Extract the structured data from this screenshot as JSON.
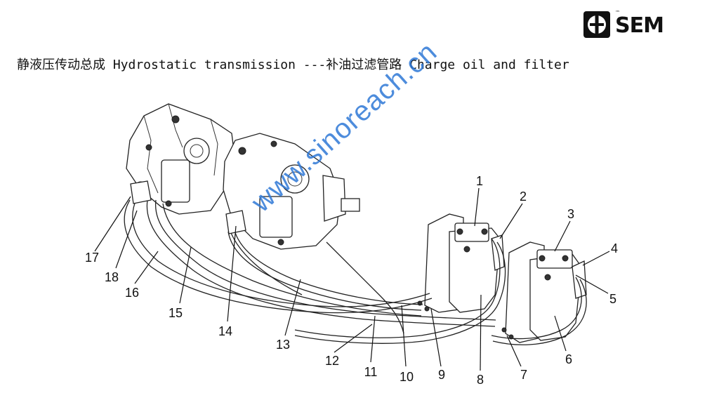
{
  "header": {
    "logo_text": "SEM",
    "logo_tm": "™",
    "title": "静液压传动总成 Hydrostatic transmission ---补油过滤管路 Charge oil and filter"
  },
  "watermark": "www.sinoreach.cn",
  "callouts": [
    "1",
    "2",
    "3",
    "4",
    "5",
    "6",
    "7",
    "8",
    "9",
    "10",
    "11",
    "12",
    "13",
    "14",
    "15",
    "16",
    "17",
    "18"
  ],
  "colors": {
    "watermark": "#2f78d6",
    "line": "#222222",
    "logo": "#111111"
  }
}
